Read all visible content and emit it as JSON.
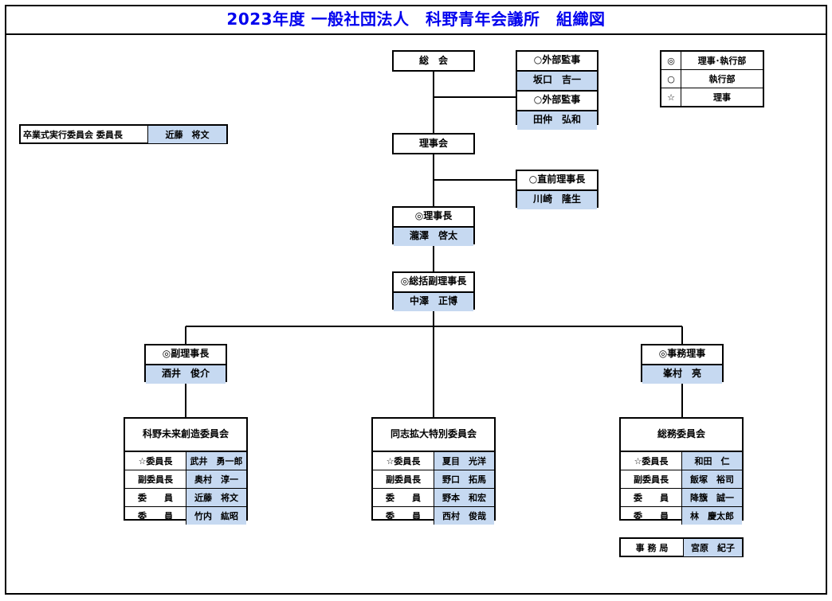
{
  "title": "2023年度 一般社団法人　科野青年会議所　組織図",
  "graduation": {
    "label": "卒業式実行委員会 委員長",
    "name": "近藤　将文"
  },
  "legend": [
    {
      "sym": "◎",
      "text": "理事･執行部"
    },
    {
      "sym": "○",
      "text": "執行部"
    },
    {
      "sym": "☆",
      "text": "理事"
    }
  ],
  "general_meeting": "総　会",
  "auditors": [
    {
      "role": "○外部監事",
      "name": "坂口　吉一"
    },
    {
      "role": "○外部監事",
      "name": "田仲　弘和"
    }
  ],
  "board": "理事会",
  "past_president": {
    "role": "○直前理事長",
    "name": "川崎　隆生"
  },
  "president": {
    "role": "◎理事長",
    "name": "瀧澤　啓太"
  },
  "exec_vp": {
    "role": "◎総括副理事長",
    "name": "中澤　正博"
  },
  "vp": {
    "role": "◎副理事長",
    "name": "酒井　俊介"
  },
  "sec_dir": {
    "role": "◎事務理事",
    "name": "峯村　亮"
  },
  "committees": [
    {
      "title": "科野未来創造委員会",
      "rows": [
        {
          "role": "☆委員長",
          "name": "武井　勇一郎"
        },
        {
          "role": "副委員長",
          "name": "奥村　淳一"
        },
        {
          "role": "委　　員",
          "name": "近藤　将文"
        },
        {
          "role": "委　　員",
          "name": "竹内　紘昭"
        }
      ]
    },
    {
      "title": "同志拡大特別委員会",
      "rows": [
        {
          "role": "☆委員長",
          "name": "夏目　光洋"
        },
        {
          "role": "副委員長",
          "name": "野口　拓馬"
        },
        {
          "role": "委　　員",
          "name": "野本　和宏"
        },
        {
          "role": "委　　員",
          "name": "西村　俊哉"
        }
      ]
    },
    {
      "title": "総務委員会",
      "rows": [
        {
          "role": "☆委員長",
          "name": "和田　仁"
        },
        {
          "role": "副委員長",
          "name": "飯塚　裕司"
        },
        {
          "role": "委　　員",
          "name": "降籏　誠一"
        },
        {
          "role": "委　　員",
          "name": "林　慶太郎"
        }
      ]
    }
  ],
  "secretariat": {
    "label": "事 務 局",
    "name": "宮原　紀子"
  }
}
